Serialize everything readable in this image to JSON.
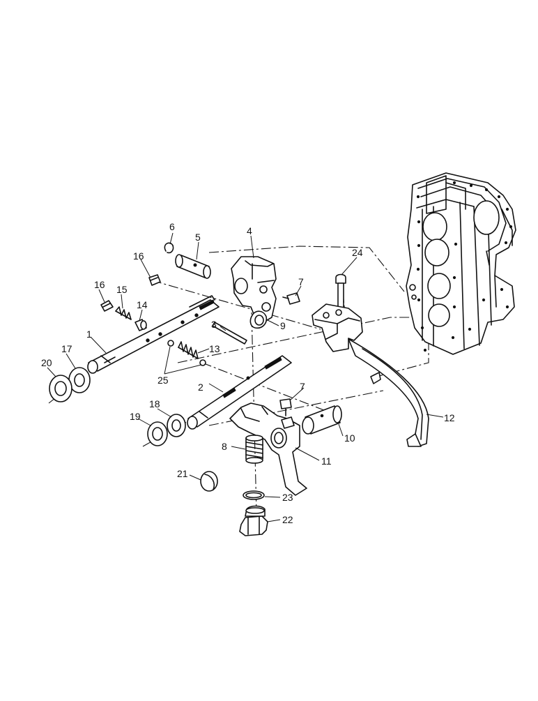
{
  "diagram": {
    "type": "exploded-parts-view",
    "callouts": [
      {
        "id": "c1",
        "text": "1"
      },
      {
        "id": "c2",
        "text": "2"
      },
      {
        "id": "c3",
        "text": "3"
      },
      {
        "id": "c4",
        "text": "4"
      },
      {
        "id": "c5",
        "text": "5"
      },
      {
        "id": "c6",
        "text": "6"
      },
      {
        "id": "c7a",
        "text": "7"
      },
      {
        "id": "c7b",
        "text": "7"
      },
      {
        "id": "c8",
        "text": "8"
      },
      {
        "id": "c9",
        "text": "9"
      },
      {
        "id": "c10",
        "text": "10"
      },
      {
        "id": "c11",
        "text": "11"
      },
      {
        "id": "c12",
        "text": "12"
      },
      {
        "id": "c13",
        "text": "13"
      },
      {
        "id": "c14",
        "text": "14"
      },
      {
        "id": "c15",
        "text": "15"
      },
      {
        "id": "c16a",
        "text": "16"
      },
      {
        "id": "c16b",
        "text": "16"
      },
      {
        "id": "c17",
        "text": "17"
      },
      {
        "id": "c18",
        "text": "18"
      },
      {
        "id": "c19",
        "text": "19"
      },
      {
        "id": "c20",
        "text": "20"
      },
      {
        "id": "c21",
        "text": "21"
      },
      {
        "id": "c22",
        "text": "22"
      },
      {
        "id": "c23",
        "text": "23"
      },
      {
        "id": "c24",
        "text": "24"
      },
      {
        "id": "c25",
        "text": "25"
      }
    ]
  }
}
